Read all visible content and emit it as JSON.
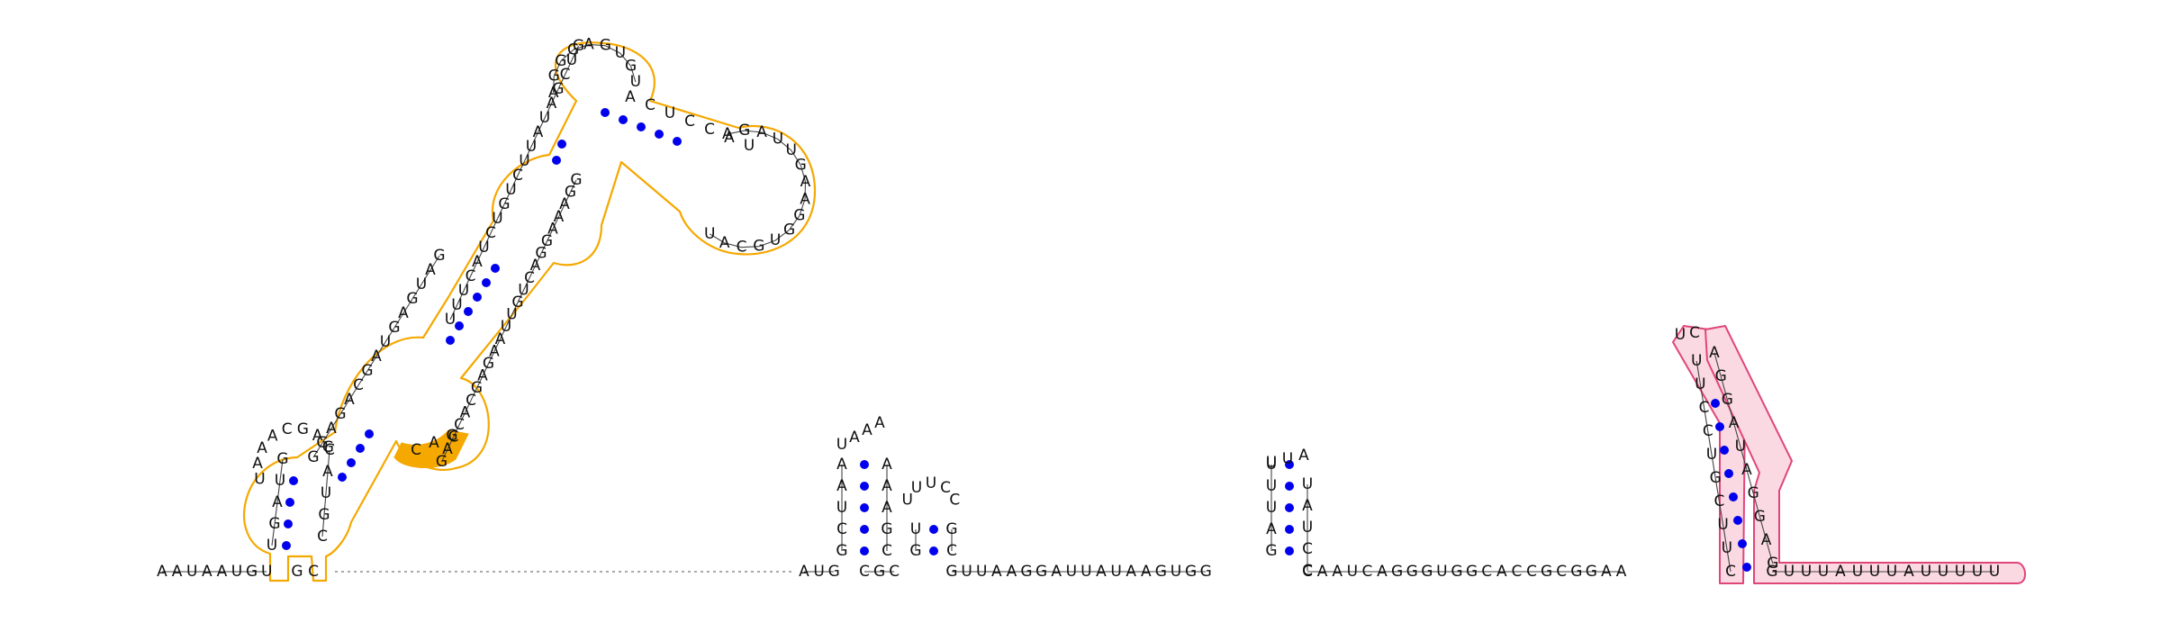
{
  "colors": {
    "background": "#ffffff",
    "pair_dot": "#0000ee",
    "backbone": "#444444",
    "unpaired_dash": "#777777",
    "outline_orange": "#f5a800",
    "highlight_orange": "#f5a800",
    "outline_pink": "#e0457a",
    "fill_pink": "#fbd9e3"
  },
  "leader": {
    "letters": [
      "A",
      "A",
      "U",
      "A",
      "A",
      "U",
      "G",
      "U"
    ],
    "stem_left": [
      "U",
      "G",
      "A",
      "U",
      "G"
    ],
    "loop": [
      "U",
      "A",
      "A",
      "A",
      "C",
      "G",
      "A",
      "G"
    ],
    "stem_right": [
      "C",
      "A",
      "U",
      "G",
      "C"
    ],
    "tail": [
      "G",
      "C"
    ]
  },
  "big_structure": {
    "strand_a": [
      "G",
      "G",
      "A",
      "G",
      "A",
      "C",
      "G",
      "A",
      "U",
      "G",
      "A",
      "G",
      "U",
      "A",
      "G"
    ],
    "strand_b": [
      "U",
      "U",
      "U",
      "C",
      "A",
      "U",
      "C",
      "U",
      "G",
      "U",
      "C",
      "U",
      "U",
      "A",
      "U",
      "A",
      "G",
      "C",
      "U",
      "G"
    ],
    "loop_top": [
      "A",
      "G",
      "G",
      "G",
      "A",
      "G",
      "U",
      "G",
      "U",
      "A",
      "C",
      "U",
      "C",
      "C",
      "A",
      "U",
      "A",
      "G",
      "A",
      "U",
      "U",
      "G",
      "A",
      "A",
      "G",
      "G",
      "U",
      "G",
      "C",
      "A",
      "U"
    ],
    "strand_c": [
      "G",
      "G",
      "A",
      "A",
      "A",
      "G",
      "G",
      "A",
      "C",
      "U",
      "G",
      "U",
      "U",
      "A",
      "A",
      "G",
      "A",
      "G",
      "C",
      "A",
      "C",
      "C",
      "A",
      "G"
    ],
    "seed": [
      "C",
      "A",
      "G"
    ]
  },
  "hairpin_1": {
    "left_stem": [
      "G",
      "C",
      "U",
      "A",
      "A"
    ],
    "loop": [
      "U",
      "A",
      "A",
      "A"
    ],
    "right_stem": [
      "A",
      "A",
      "A",
      "G",
      "C"
    ],
    "lead_in": [
      "A",
      "U",
      "G"
    ],
    "bridge": [
      "C",
      "G",
      "C"
    ]
  },
  "hairpin_2": {
    "left_stem": [
      "G",
      "U"
    ],
    "loop": [
      "U",
      "U",
      "U",
      "C",
      "C"
    ],
    "right_stem": [
      "G",
      "C"
    ]
  },
  "middle_linker": [
    "G",
    "U",
    "U",
    "A",
    "A",
    "G",
    "G",
    "A",
    "U",
    "U",
    "A",
    "U",
    "A",
    "A",
    "G",
    "U",
    "G",
    "G"
  ],
  "hairpin_3": {
    "left_stem": [
      "G",
      "A",
      "U",
      "U",
      "U"
    ],
    "loop": [
      "U",
      "U",
      "A"
    ],
    "right_stem": [
      "U",
      "A",
      "U",
      "C",
      "C"
    ]
  },
  "linker_3": [
    "C",
    "A",
    "A",
    "U",
    "C",
    "A",
    "G",
    "G",
    "G",
    "U",
    "G",
    "G",
    "C",
    "A",
    "C",
    "C",
    "G",
    "C",
    "G",
    "G",
    "A",
    "A"
  ],
  "pink_hairpin": {
    "left_stem": [
      "C",
      "U",
      "U",
      "C",
      "G",
      "U",
      "C",
      "C",
      "U",
      "U"
    ],
    "loop": [
      "U",
      "C"
    ],
    "right_stem": [
      "A",
      "G",
      "G",
      "A",
      "U",
      "A",
      "G",
      "G",
      "A",
      "G"
    ],
    "tail": [
      "G",
      "U",
      "U",
      "U",
      "A",
      "U",
      "U",
      "U",
      "A",
      "U",
      "U",
      "U",
      "U",
      "U"
    ]
  }
}
